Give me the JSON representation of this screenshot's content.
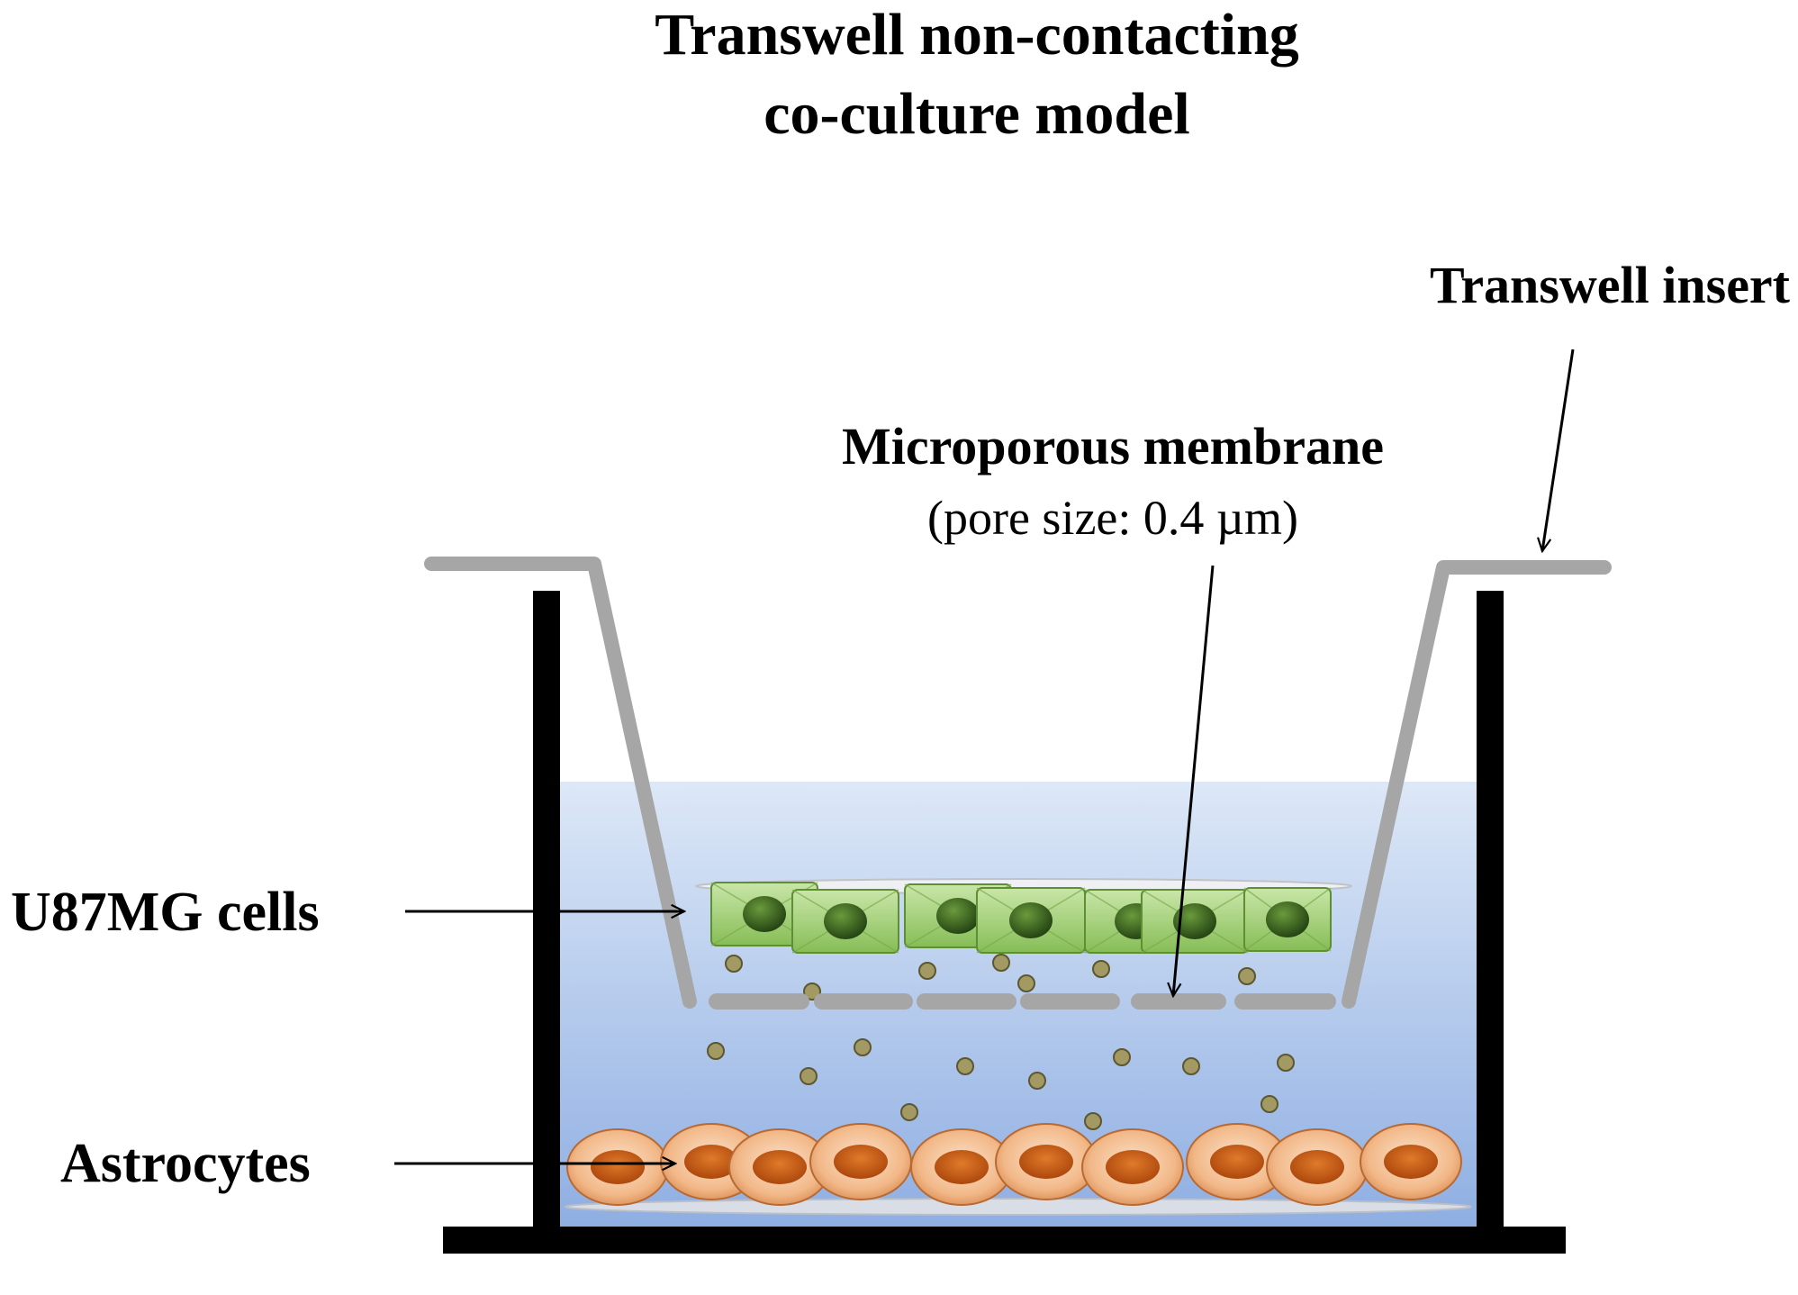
{
  "title": {
    "line1": "Transwell non-contacting",
    "line2": "co-culture model"
  },
  "labels": {
    "insert": "Transwell insert",
    "membrane": "Microporous membrane",
    "pore_size": "(pore size: 0.4 µm)",
    "u87mg": "U87MG cells",
    "astrocytes": "Astrocytes"
  },
  "colors": {
    "medium_top": "#dbe7f6",
    "medium_bottom": "#8fb0e3",
    "well_wall": "#000000",
    "insert_wall": "#a6a6a6",
    "u87mg_cell": "#9ccc6f",
    "u87mg_nucleus": "#2f5a1a",
    "astrocyte_cell": "#f1b78a",
    "astrocyte_nucleus": "#c4560f",
    "secreted_particle": "#a39a63"
  }
}
